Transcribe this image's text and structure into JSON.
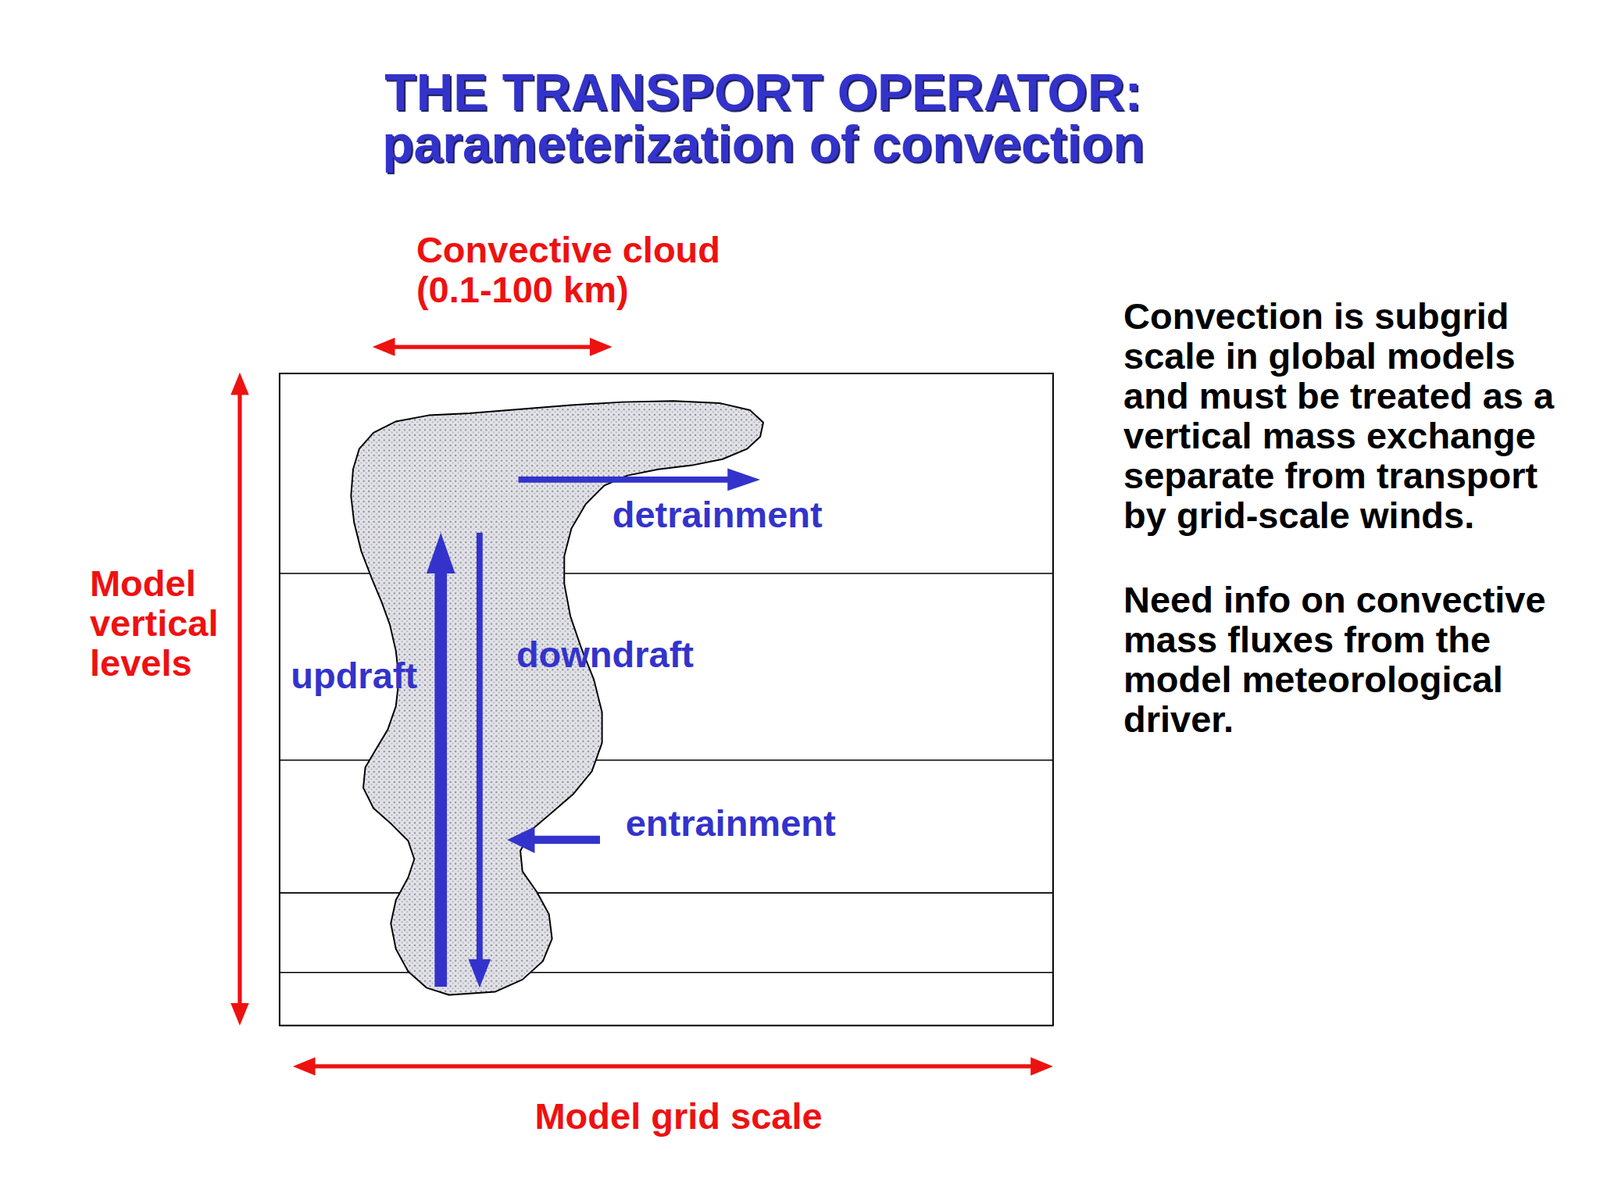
{
  "diagram": {
    "title": "THE TRANSPORT OPERATOR: parameterization of convection",
    "labels": [
      "Convective cloud (0.1-100 km)",
      "Model vertical levels",
      "Model grid scale",
      "updraft",
      "downdraft",
      "detrainment",
      "entrainment",
      "Convection is subgrid scale in global models and must be treated as a vertical mass exchange separate from transport by grid-scale winds.",
      "Need info on convective mass fluxes from the model meteorological driver."
    ]
  }
}
